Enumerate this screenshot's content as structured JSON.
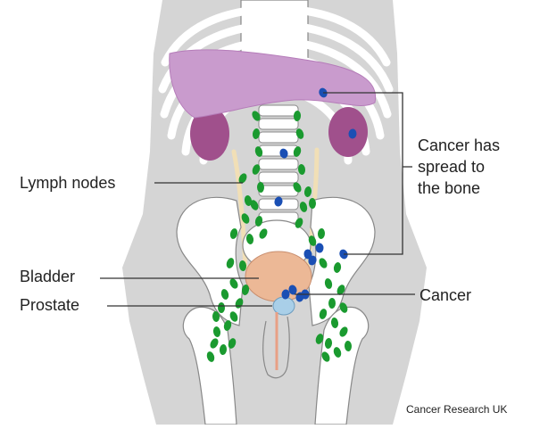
{
  "colors": {
    "body": "#d5d5d5",
    "bone": "#ffffff",
    "bone_outline": "#888888",
    "liver": "#c99bcd",
    "liver_dark": "#b57cb9",
    "kidney": "#a0508c",
    "ureter": "#f1dfb6",
    "bladder": "#ecb896",
    "prostate": "#a9cfe8",
    "lymph_node": "#1a9a2f",
    "cancer": "#1a4fb4",
    "urethra": "#e8a085",
    "leader_line": "#333333"
  },
  "labels": {
    "lymph_nodes": "Lymph nodes",
    "bladder": "Bladder",
    "prostate": "Prostate",
    "cancer": "Cancer",
    "bone_spread": [
      "Cancer has",
      "spread to",
      "the bone"
    ]
  },
  "credit": "Cancer Research UK"
}
